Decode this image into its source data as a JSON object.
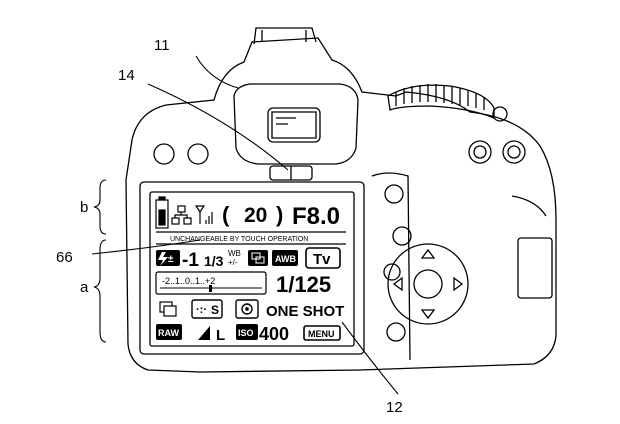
{
  "callouts": {
    "ref_11": "11",
    "ref_14": "14",
    "ref_b": "b",
    "ref_66": "66",
    "ref_a": "a",
    "ref_12": "12"
  },
  "lcd": {
    "shots_remaining": "20",
    "aperture": "F8.0",
    "notice": "UNCHANGEABLE BY TOUCH OPERATION",
    "flash_comp": "-1",
    "flash_comp_fraction": "1/3",
    "wb_label": "WB",
    "wb_shift": "+/-",
    "awb": "AWB",
    "mode": "Tv",
    "exposure_scale": "-2..1..0..1..+2",
    "shutter": "1/125",
    "af_mode": "ONE SHOT",
    "quality_raw": "RAW",
    "quality_size": "L",
    "iso_label": "ISO",
    "iso_value": "400",
    "menu": "MENU",
    "flash_icon_text": "±"
  },
  "icons": [
    "battery-icon",
    "network-icon",
    "signal-icon",
    "drive-mode-icon",
    "af-point-icon",
    "metering-icon",
    "quality-icon",
    "wb-bracket-icon"
  ]
}
